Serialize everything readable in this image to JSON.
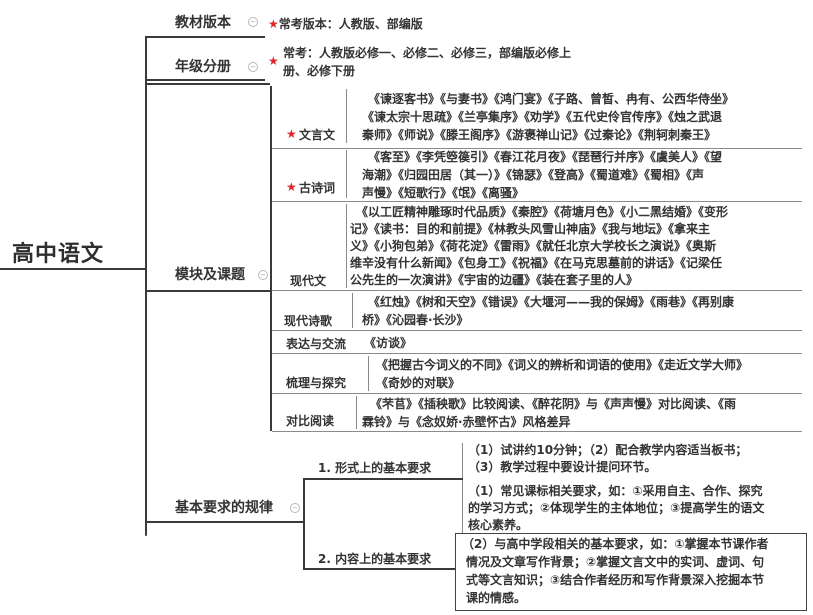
{
  "root": "高中语文",
  "categories": {
    "textbook": {
      "label": "教材版本",
      "note": "常考版本：人教版、部编版"
    },
    "grade": {
      "label": "年级分册",
      "note_l1": "常考：人教版必修一、必修二、必修三，部编版必修上",
      "note_l2": "册、必修下册"
    },
    "modules": {
      "label": "模块及课题"
    },
    "requirements": {
      "label": "基本要求的规律"
    }
  },
  "modules": {
    "classical": {
      "label": "文言文",
      "l1": "《谏逐客书》《与妻书》《鸿门宴》《子路、曾皙、冉有、公西华侍坐》",
      "l2": "《谏太宗十思疏》《兰亭集序》《劝学》《五代史伶官传序》《烛之武退",
      "l3": "秦师》《师说》《滕王阁序》《游褒禅山记》《过秦论》《荆轲刺秦王》"
    },
    "ancient_poetry": {
      "label": "古诗词",
      "l1": "《客至》《李凭箜篌引》《春江花月夜》《琵琶行并序》《虞美人》《望",
      "l2": "海潮》《归园田居（其一）》《锦瑟》《登高》《蜀道难》《蜀相》《声",
      "l3": "声慢》《短歌行》《氓》《离骚》"
    },
    "modern_prose": {
      "label": "现代文",
      "l1": "《以工匠精神雕琢时代品质》《秦腔》《荷塘月色》《小二黑结婚》《变形",
      "l2": "记》《读书：目的和前提》《林教头风雪山神庙》《我与地坛》《拿来主",
      "l3": "义》《小狗包弟》《荷花淀》《雷雨》《就任北京大学校长之演说》《奥斯",
      "l4": "维辛没有什么新闻》《包身工》《祝福》《在马克思墓前的讲话》《记梁任",
      "l5": "公先生的一次演讲》《宇宙的边疆》《装在套子里的人》"
    },
    "modern_poetry": {
      "label": "现代诗歌",
      "l1": "《红烛》《树和天空》《错误》《大堰河——我的保姆》《雨巷》《再别康",
      "l2": "桥》《沁园春·长沙》"
    },
    "expression": {
      "label": "表达与交流",
      "l1": "《访谈》"
    },
    "research": {
      "label": "梳理与探究",
      "l1": "《把握古今词义的不同》《词义的辨析和词语的使用》《走近文学大师》",
      "l2": "《奇妙的对联》"
    },
    "comparison": {
      "label": "对比阅读",
      "l1": "《芣苢》《插秧歌》比较阅读、《醉花阴》与《声声慢》对比阅读、《雨",
      "l2": "霖铃》与《念奴娇·赤壁怀古》风格差异"
    }
  },
  "requirements": {
    "form": {
      "label": "1. 形式上的基本要求",
      "l1": "（1）试讲约10分钟；（2）配合教学内容适当板书；",
      "l2": "（3）教学过程中要设计提问环节。"
    },
    "content": {
      "label": "2. 内容上的基本要求",
      "a1": "（1）常见课标相关要求，如：①采用自主、合作、探究",
      "a2": "的学习方式；②体现学生的主体地位；③提高学生的语文",
      "a3": "核心素养。",
      "b1": "（2）与高中学段相关的基本要求，如：①掌握本节课作者",
      "b2": "情况及文章写作背景；②掌握文言文中的实词、虚词、句",
      "b3": "式等文言知识；③结合作者经历和写作背景深入挖掘本节",
      "b4": "课的情感。"
    }
  },
  "colors": {
    "star": "#e0262b",
    "line": "#3a3a3a"
  }
}
